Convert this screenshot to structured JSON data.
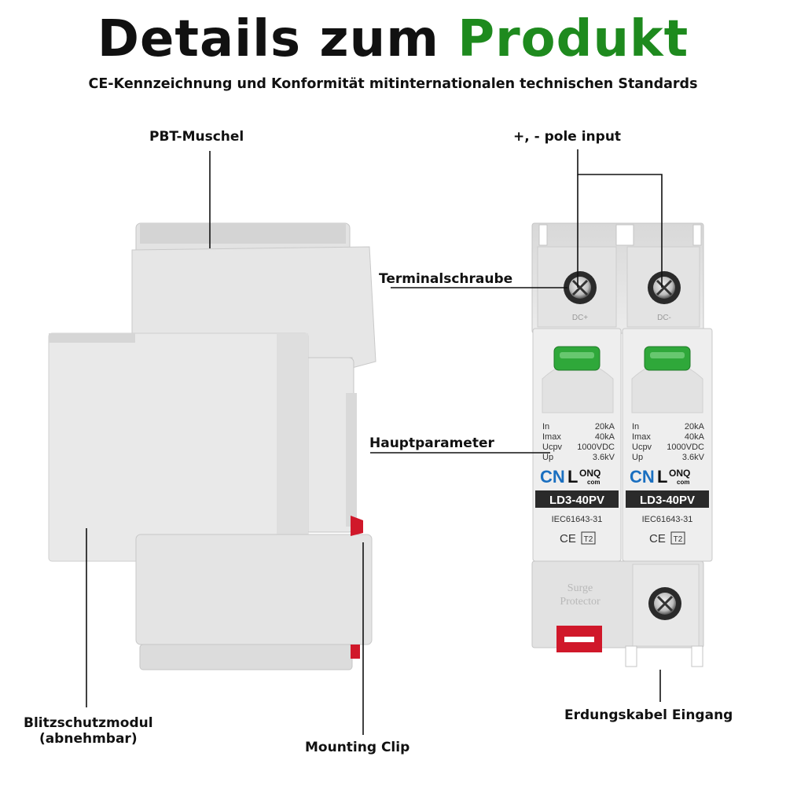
{
  "header": {
    "title_part1": "Details zum",
    "title_part2": "Produkt",
    "subtitle": "CE-Kennzeichnung und Konformität mitinternationalen technischen Standards"
  },
  "labels": {
    "pbt_shell": "PBT-Muschel",
    "pole_input": "+, - pole input",
    "terminal_screw": "Terminalschraube",
    "main_params": "Hauptparameter",
    "lightning_module_line1": "Blitzschutzmodul",
    "lightning_module_line2": "(abnehmbar)",
    "mounting_clip": "Mounting Clip",
    "ground_input": "Erdungskabel Eingang"
  },
  "device": {
    "terminal_pos": "DC+",
    "terminal_neg": "DC-",
    "params": [
      {
        "key": "In",
        "value": "20kA"
      },
      {
        "key": "Imax",
        "value": "40kA"
      },
      {
        "key": "Ucpv",
        "value": "1000VDC"
      },
      {
        "key": "Up",
        "value": "3.6kV"
      }
    ],
    "brand_cn": "CN",
    "brand_l": "L",
    "brand_onq": "ONQ",
    "brand_com": "com",
    "model": "LD3-40PV",
    "standard": "IEC61643-31",
    "ce_mark": "CE",
    "type_mark": "T2",
    "base_text_line1": "Surge",
    "base_text_line2": "Protector"
  },
  "colors": {
    "accent_green": "#1e8a1e",
    "indicator_green": "#2fa83a",
    "brand_blue": "#1a6fc0",
    "clip_red": "#d0182a",
    "housing_grey": "#e4e4e4"
  }
}
